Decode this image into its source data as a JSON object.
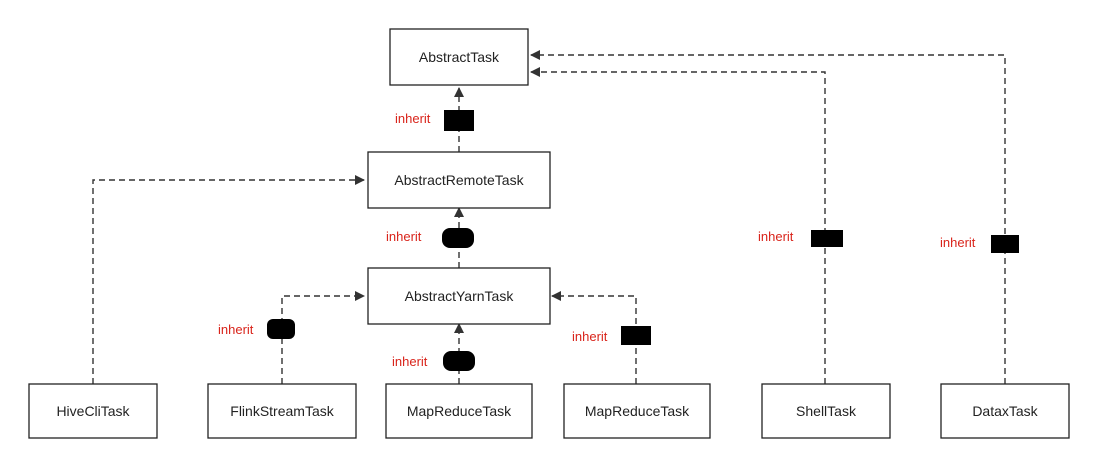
{
  "colors": {
    "node_border": "#222222",
    "edge": "#333333",
    "edge_label": "#d9241b",
    "redaction": "#000000"
  },
  "nodes": {
    "abstract_task": "AbstractTask",
    "abstract_remote_task": "AbstractRemoteTask",
    "abstract_yarn_task": "AbstractYarnTask",
    "hive_cli_task": "HiveCliTask",
    "flink_stream_task": "FlinkStreamTask",
    "mapreduce_task_1": "MapReduceTask",
    "mapreduce_task_2": "MapReduceTask",
    "shell_task": "ShellTask",
    "datax_task": "DataxTask"
  },
  "edges": [
    {
      "from": "AbstractRemoteTask",
      "to": "AbstractTask",
      "label": "inherit"
    },
    {
      "from": "AbstractYarnTask",
      "to": "AbstractRemoteTask",
      "label": "inherit"
    },
    {
      "from": "HiveCliTask",
      "to": "AbstractRemoteTask",
      "label": ""
    },
    {
      "from": "FlinkStreamTask",
      "to": "AbstractYarnTask",
      "label": "inherit"
    },
    {
      "from": "MapReduceTask",
      "to": "AbstractYarnTask",
      "label": "inherit"
    },
    {
      "from": "MapReduceTask",
      "to": "AbstractYarnTask",
      "label": "inherit"
    },
    {
      "from": "ShellTask",
      "to": "AbstractTask",
      "label": "inherit"
    },
    {
      "from": "DataxTask",
      "to": "AbstractTask",
      "label": "inherit"
    }
  ],
  "edge_labels": {
    "remote_to_task": "inherit",
    "yarn_to_remote": "inherit",
    "flink_to_yarn": "inherit",
    "mapreduce1_to_yarn": "inherit",
    "mapreduce2_to_yarn": "inherit",
    "shell_to_task": "inherit",
    "datax_to_task": "inherit"
  }
}
